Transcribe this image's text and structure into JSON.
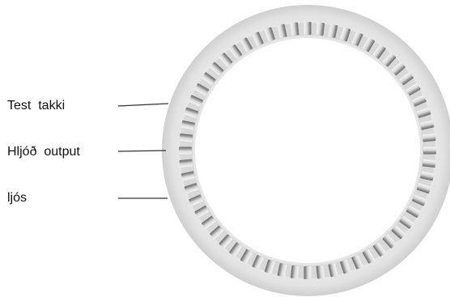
{
  "callouts": [
    {
      "id": "test-button",
      "label": "Test  takki"
    },
    {
      "id": "sound-output",
      "label": "Hljóð  output"
    },
    {
      "id": "light",
      "label": "ljós"
    }
  ],
  "device": {
    "name": "smoke-detector",
    "slot_count": 60,
    "colors": {
      "outer_ring": "#e4e4e4",
      "outer_rim": "#d6d6d6",
      "slot_light": "#f0f0f0",
      "slot_dark": "#8a8a8a",
      "slot_shadow": "#b8b8b8",
      "center_face": "#ffffff",
      "leader_line": "#333333"
    }
  }
}
